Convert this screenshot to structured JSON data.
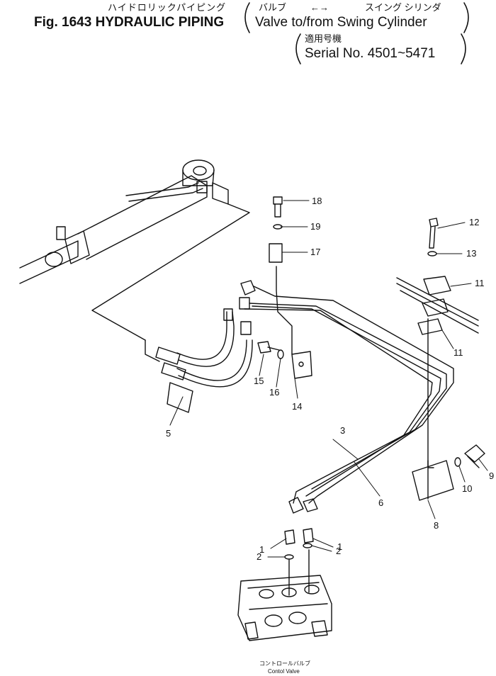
{
  "header": {
    "jp_title": "ハイドロリックパイピング",
    "figure_title": "Fig. 1643 HYDRAULIC PIPING",
    "jp_valve": "バルブ",
    "arrow": "←→",
    "jp_swing": "スイング シリンダ",
    "en_valve_line": "Valve to/from Swing Cylinder",
    "jp_serial": "適用号機",
    "serial_line": "Serial No. 4501~5471"
  },
  "callouts": [
    "1",
    "1",
    "2",
    "2",
    "3",
    "5",
    "6",
    "8",
    "9",
    "10",
    "11",
    "11",
    "12",
    "13",
    "14",
    "15",
    "16",
    "17",
    "18",
    "19"
  ],
  "caption": {
    "jp": "コントロールバルブ",
    "en": "Contol Valve"
  }
}
